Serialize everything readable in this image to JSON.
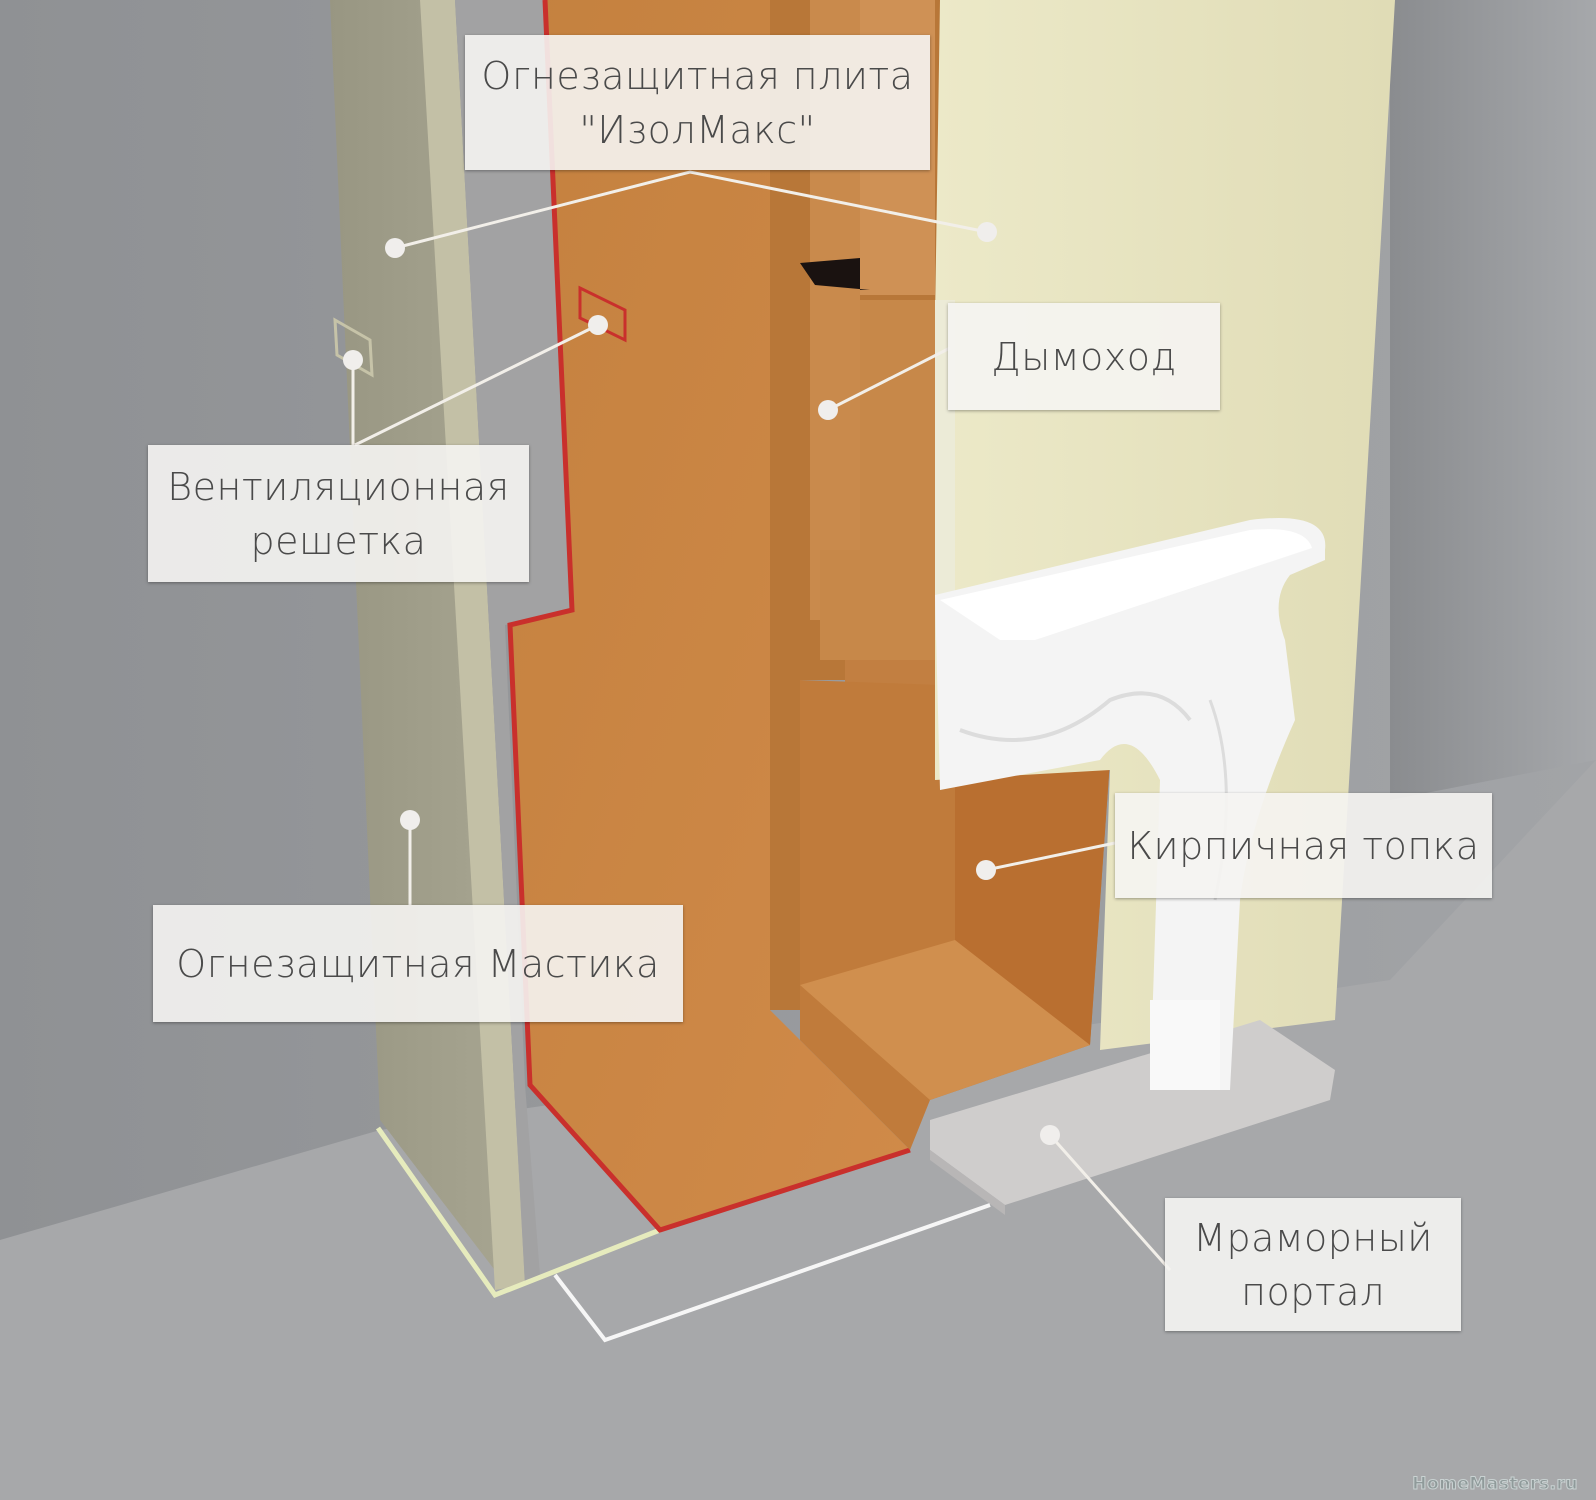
{
  "diagram": {
    "subject": "Fireplace cutaway installation",
    "colors": {
      "background_wall": "#999b9e",
      "floor": "#a5a6a8",
      "left_panel": "#9c9a88",
      "right_panel": "#e4e1c0",
      "insulation_board": "#c9874a",
      "red_edge": "#c9302c",
      "marble_portal": "#f4f4f4",
      "hearth": "#cfcdcc",
      "callout_line": "#f2efe9",
      "label_bg": "#f5f4f2",
      "label_text": "#4a4a4a"
    }
  },
  "labels": {
    "fire_board": {
      "line1": "Огнезащитная плита",
      "line2": "\"ИзолМакс\""
    },
    "chimney": {
      "text": "Дымоход"
    },
    "vent_grille": {
      "line1": "Вентиляционная",
      "line2": "решетка"
    },
    "brick_firebox": {
      "text": "Кирпичная топка"
    },
    "fire_mastic": {
      "text": "Огнезащитная Мастика"
    },
    "marble_portal": {
      "line1": "Мраморный",
      "line2": "портал"
    }
  },
  "watermark": {
    "text": "HomeMasters.ru"
  }
}
